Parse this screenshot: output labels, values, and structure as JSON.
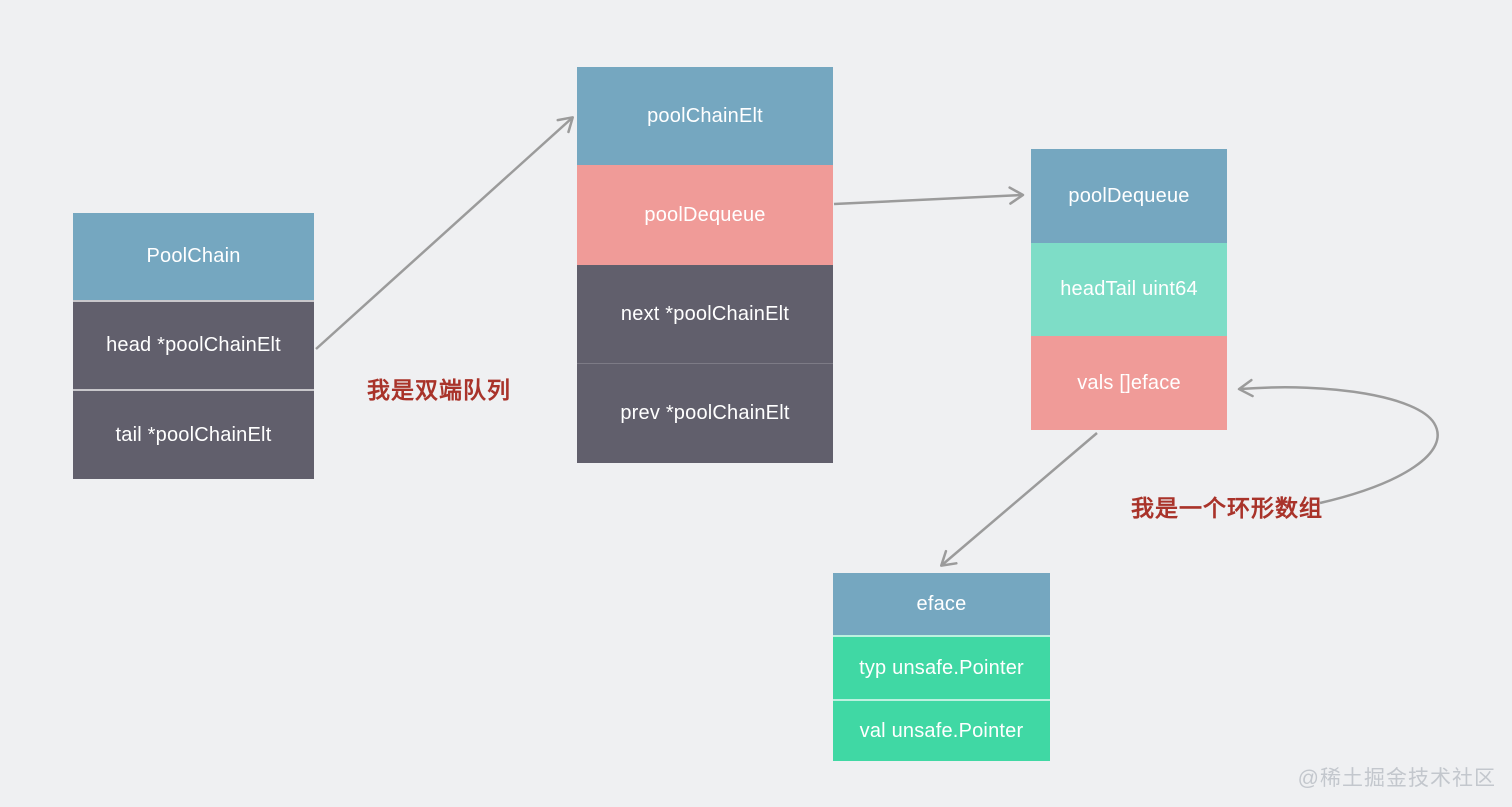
{
  "colors": {
    "background": "#eff0f2",
    "header_blue": "#75a7c0",
    "field_dark": "#615f6c",
    "field_pink": "#f09b98",
    "field_teal": "#7eddc7",
    "field_green": "#40d8a4",
    "arrow_gray": "#9b9b9b",
    "annotation_red": "#a9332a",
    "watermark_gray": "#c3c7cd"
  },
  "boxes": {
    "pool_chain": {
      "title": "PoolChain",
      "rows": [
        "head *poolChainElt",
        "tail *poolChainElt"
      ]
    },
    "pool_chain_elt": {
      "title": "poolChainElt",
      "rows": [
        "poolDequeue",
        "next *poolChainElt",
        "prev *poolChainElt"
      ]
    },
    "pool_dequeue": {
      "title": "poolDequeue",
      "rows": [
        "headTail uint64",
        "vals []eface"
      ]
    },
    "eface": {
      "title": "eface",
      "rows": [
        "typ unsafe.Pointer",
        "val unsafe.Pointer"
      ]
    }
  },
  "annotations": {
    "deque_note": "我是双端队列",
    "ring_note": "我是一个环形数组"
  },
  "watermark": "@稀土掘金技术社区"
}
